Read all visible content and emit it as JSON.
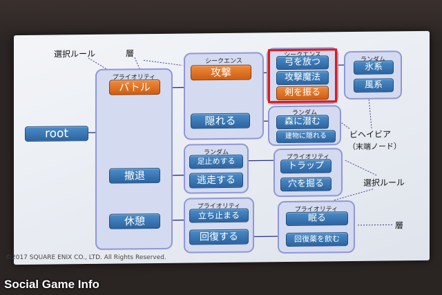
{
  "annotations": {
    "select_rule_top": "選択ルール",
    "layer_top": "層",
    "behavior": "ビヘイビア",
    "behavior_sub": "（末端ノード）",
    "select_rule_right": "選択ルール",
    "layer_bottom": "層"
  },
  "root": {
    "label": "root"
  },
  "main_panel": {
    "title": "プライオリティ",
    "items": [
      "バトル",
      "撤退",
      "休憩"
    ]
  },
  "battle_panel": {
    "title": "シークエンス",
    "items": [
      "攻撃",
      "隠れる"
    ]
  },
  "attack_panel": {
    "title": "シークエンス",
    "items": [
      "弓を放つ",
      "攻撃魔法",
      "剣を振る"
    ]
  },
  "random_top_panel": {
    "title": "ランダム",
    "items": [
      "氷系",
      "風系"
    ]
  },
  "hide_panel": {
    "title": "ランダム",
    "items": [
      "森に潜む",
      "建物に隠れる"
    ]
  },
  "retreat_panel": {
    "title": "ランダム",
    "items": [
      "足止めする",
      "逃走する"
    ]
  },
  "stop_panel": {
    "title": "プライオリティ",
    "items": [
      "トラップ",
      "穴を掘る"
    ]
  },
  "rest_panel": {
    "title": "プライオリティ",
    "items": [
      "立ち止まる",
      "回復する"
    ]
  },
  "recover_panel": {
    "title": "プライオリティ",
    "items": [
      "眠る",
      "回復薬を飲む"
    ]
  },
  "footer": {
    "copyright": "©2017 SQUARE ENIX CO., LTD. All Rights Reserved.",
    "watermark": "Social Game Info"
  }
}
